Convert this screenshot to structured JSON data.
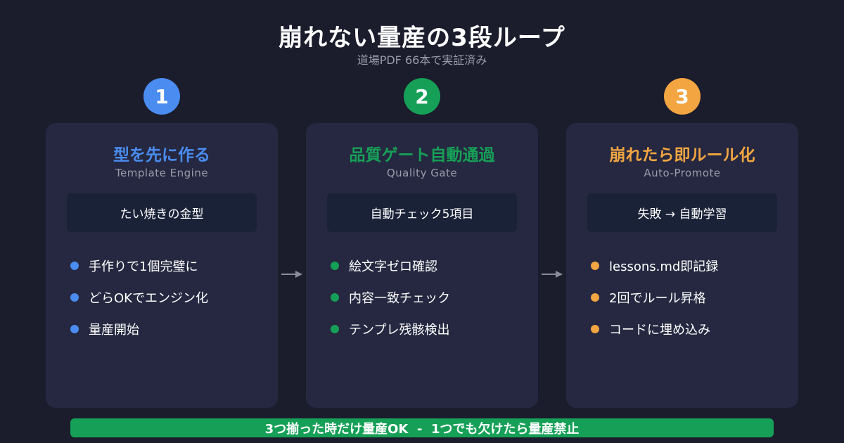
{
  "header": {
    "title": "崩れない量産の3段ループ",
    "subtitle": "道場PDF 66本で実証済み"
  },
  "steps": [
    {
      "number": "1",
      "color": "#4a8cf0",
      "title": "型を先に作る",
      "subtitle": "Template Engine",
      "pill": "たい焼きの金型",
      "bullets": [
        "手作りで1個完璧に",
        "どらOKでエンジン化",
        "量産開始"
      ]
    },
    {
      "number": "2",
      "color": "#16a057",
      "title": "品質ゲート自動通過",
      "subtitle": "Quality Gate",
      "pill": "自動チェック5項目",
      "bullets": [
        "絵文字ゼロ確認",
        "内容一致チェック",
        "テンプレ残骸検出"
      ]
    },
    {
      "number": "3",
      "color": "#f2a541",
      "title": "崩れたら即ルール化",
      "subtitle": "Auto-Promote",
      "pill": "失敗 → 自動学習",
      "bullets": [
        "lessons.md即記録",
        "2回でルール昇格",
        "コードに埋め込み"
      ]
    }
  ],
  "arrow_color": "#8a8d99",
  "card_background": "#252840",
  "footer": {
    "banner": "3つ揃った時だけ量産OK  -  1つでも欠けたら量産禁止",
    "color": "#16a057"
  }
}
